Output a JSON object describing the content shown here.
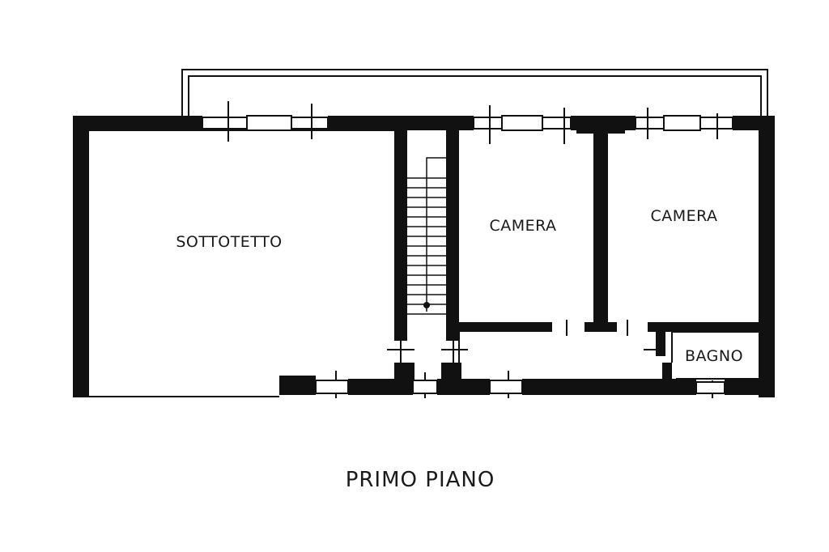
{
  "rooms": {
    "sottotetto": "SOTTOTETTO",
    "camera_left": "CAMERA",
    "camera_right": "CAMERA",
    "bagno": "BAGNO"
  },
  "caption": "PRIMO PIANO"
}
